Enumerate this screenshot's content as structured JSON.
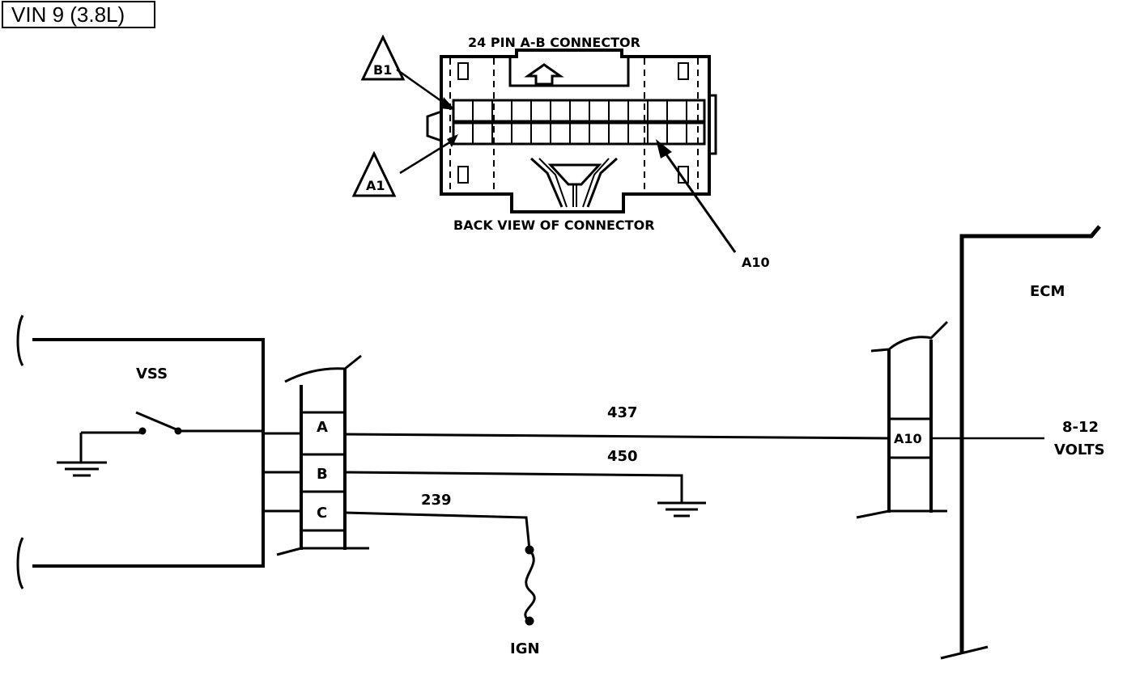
{
  "title": "VIN 9 (3.8L)",
  "connector": {
    "name": "24 PIN A-B  CONNECTOR",
    "view": "BACK VIEW OF CONNECTOR",
    "callout_b1": "B1",
    "callout_a1": "A1",
    "callout_a10": "A10"
  },
  "vss": {
    "label": "VSS"
  },
  "harness_pins": [
    "A",
    "B",
    "C"
  ],
  "wires": {
    "signal": "437",
    "ground": "450",
    "ignition": "239"
  },
  "ecm": {
    "label": "ECM",
    "pin": "A10",
    "voltage_line1": "8-12",
    "voltage_line2": "VOLTS"
  },
  "ign": {
    "label": "IGN"
  }
}
